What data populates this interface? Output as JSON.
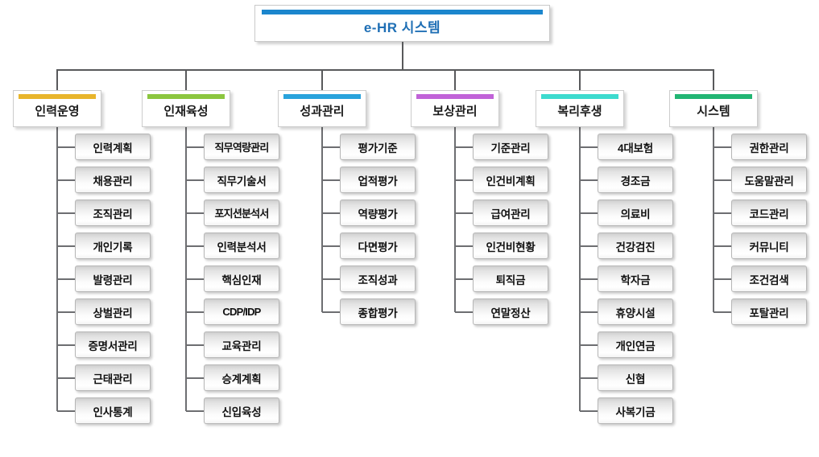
{
  "diagram": {
    "type": "organization-chart",
    "title": "e-HR 시스템",
    "title_color": "#1f6fb5",
    "title_accent_color": "#1b86cd",
    "categories": [
      {
        "label": "인력운영",
        "accent_color": "#e8b52c",
        "items": [
          "인력계획",
          "채용관리",
          "조직관리",
          "개인기록",
          "발령관리",
          "상벌관리",
          "증명서관리",
          "근태관리",
          "인사통계"
        ]
      },
      {
        "label": "인재육성",
        "accent_color": "#8cc63f",
        "items": [
          "직무역량관리",
          "직무기술서",
          "포지션분석서",
          "인력분석서",
          "핵심인재",
          "CDP/IDP",
          "교육관리",
          "승계계획",
          "신입육성"
        ]
      },
      {
        "label": "성과관리",
        "accent_color": "#29a3dc",
        "items": [
          "평가기준",
          "업적평가",
          "역량평가",
          "다면평가",
          "조직성과",
          "종합평가"
        ]
      },
      {
        "label": "보상관리",
        "accent_color": "#c163d8",
        "items": [
          "기준관리",
          "인건비계획",
          "급여관리",
          "인건비현황",
          "퇴직금",
          "연말정산"
        ]
      },
      {
        "label": "복리후생",
        "accent_color": "#3ddbce",
        "items": [
          "4대보험",
          "경조금",
          "의료비",
          "건강검진",
          "학자금",
          "휴양시설",
          "개인연금",
          "신협",
          "사복기금"
        ]
      },
      {
        "label": "시스템",
        "accent_color": "#22b573",
        "items": [
          "권한관리",
          "도움말관리",
          "코드관리",
          "커뮤니티",
          "조건검색",
          "포탈관리"
        ]
      }
    ]
  }
}
